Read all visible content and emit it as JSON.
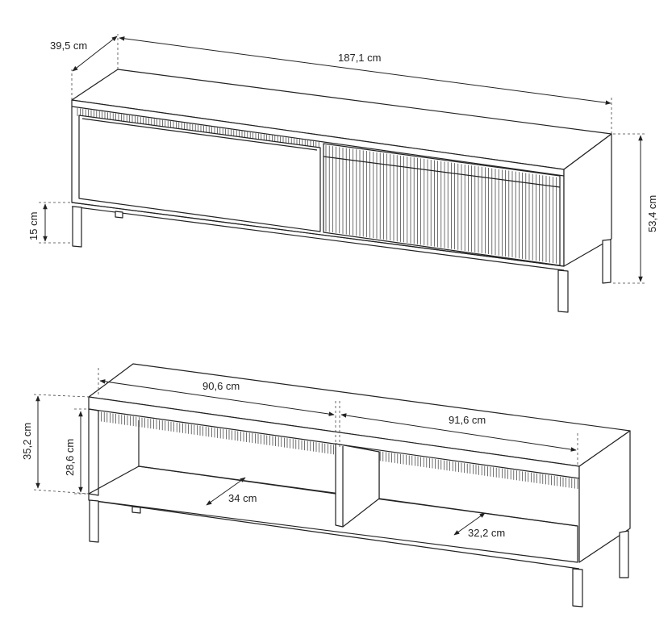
{
  "top_view": {
    "depth_label": "39,5 cm",
    "width_label": "187,1 cm",
    "height_label": "53,4 cm",
    "leg_label": "15 cm"
  },
  "bottom_view": {
    "left_width_label": "90,6 cm",
    "right_width_label": "91,6 cm",
    "outer_height_label": "35,2 cm",
    "inner_height_label": "28,6 cm",
    "left_depth_label": "34 cm",
    "right_depth_label": "32,2 cm"
  }
}
